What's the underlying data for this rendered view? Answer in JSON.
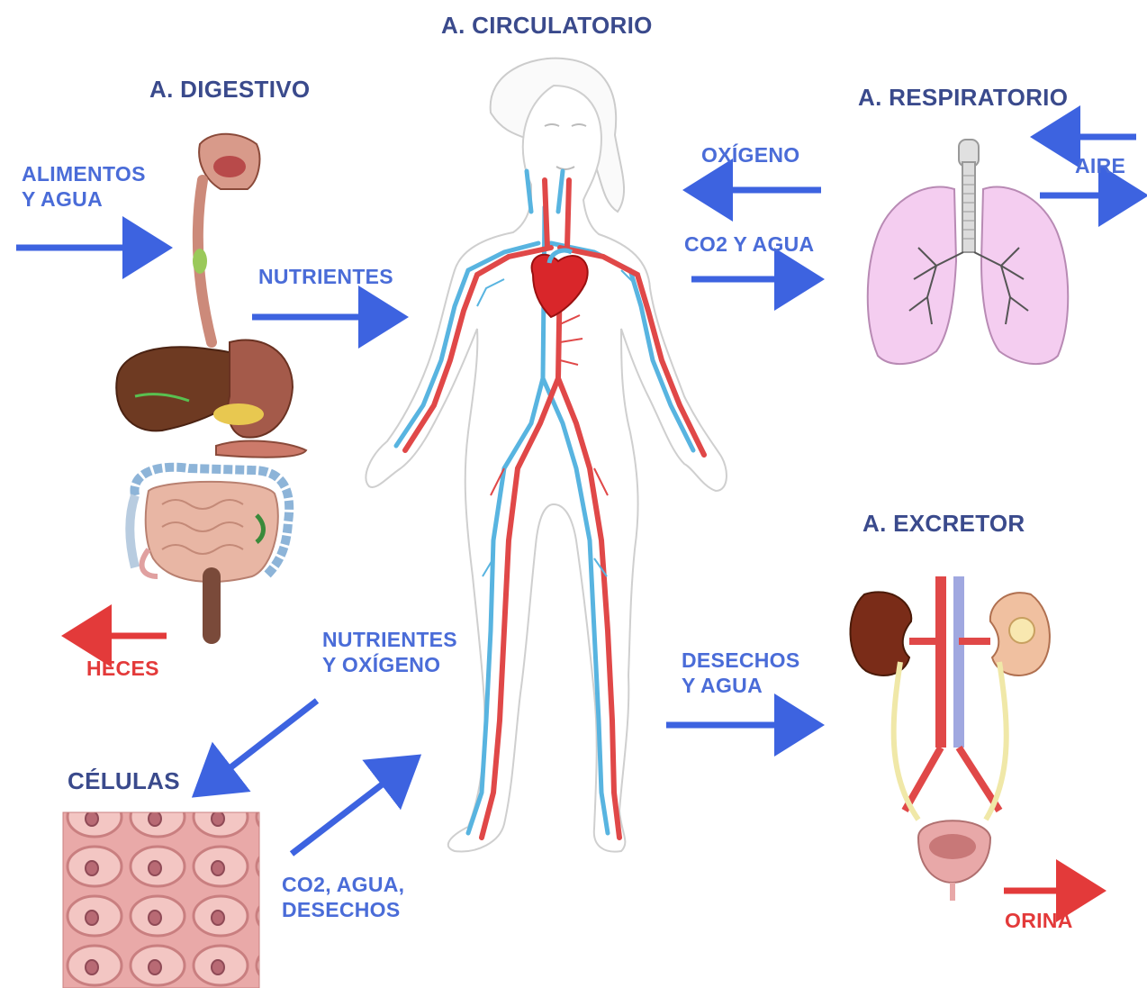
{
  "systems": {
    "circulatorio": "A. CIRCULATORIO",
    "digestivo": "A. DIGESTIVO",
    "respiratorio": "A. RESPIRATORIO",
    "excretor": "A. EXCRETOR",
    "celulas": "CÉLULAS"
  },
  "flows": {
    "alimentos": [
      "ALIMENTOS",
      "Y AGUA"
    ],
    "nutrientes": "NUTRIENTES",
    "heces": "HECES",
    "oxigeno": "OXÍGENO",
    "co2_agua": "CO2 Y AGUA",
    "aire": "AIRE",
    "nutrientes_oxigeno": [
      "NUTRIENTES",
      "Y OXÍGENO"
    ],
    "co2_agua_desechos": [
      "CO2, AGUA,",
      "DESECHOS"
    ],
    "desechos_agua": [
      "DESECHOS",
      "Y AGUA"
    ],
    "orina": "ORINA"
  },
  "colors": {
    "title_text": "#3a4a8c",
    "flow_arrow": "#3d63e0",
    "out_arrow": "#e33a3a",
    "artery": "#e04848",
    "vein": "#58b4e0",
    "lung_fill": "#f4cdf0",
    "cell_fill": "#e8a5a5"
  },
  "icons": [
    "human-circulatory-figure",
    "digestive-system-illustration",
    "lungs-illustration",
    "kidneys-illustration",
    "cells-illustration"
  ]
}
